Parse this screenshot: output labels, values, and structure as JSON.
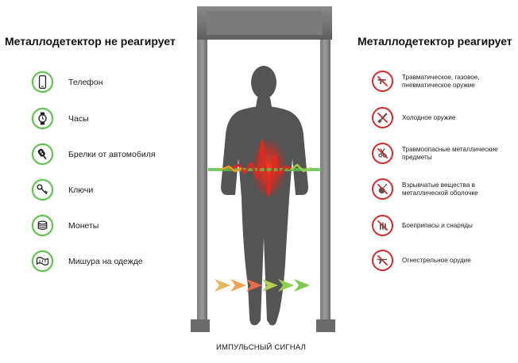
{
  "left_heading": "Металлодетектор не реагирует",
  "right_heading": "Металлодетектор реагирует",
  "caption": "ИМПУЛЬСНЫЙ СИГНАЛ",
  "colors": {
    "safe": "#5cc24a",
    "danger": "#cf2a2a",
    "gate": "#6e6e6e",
    "person": "#555555"
  },
  "left_items": [
    {
      "label": "Телефон",
      "icon": "phone-icon"
    },
    {
      "label": "Часы",
      "icon": "watch-icon"
    },
    {
      "label": "Брелки от автомобиля",
      "icon": "car-key-fob-icon"
    },
    {
      "label": "Ключи",
      "icon": "keys-icon"
    },
    {
      "label": "Монеты",
      "icon": "coins-icon"
    },
    {
      "label": "Мишура на одежде",
      "icon": "tinsel-icon"
    }
  ],
  "right_items": [
    {
      "label": "Травматическое, газовое, пневматическое оружие",
      "icon": "no-air-gun-icon"
    },
    {
      "label": "Холодное оружие",
      "icon": "no-knife-icon"
    },
    {
      "label": "Травмоопасные металлические предметы",
      "icon": "no-sharp-objects-icon"
    },
    {
      "label": "Взрывчатые вещества в металлической оболочке",
      "icon": "no-explosives-icon"
    },
    {
      "label": "Боеприпасы и снаряды",
      "icon": "no-ammunition-icon"
    },
    {
      "label": "Огнестрельное орудие",
      "icon": "no-firearm-icon"
    }
  ]
}
